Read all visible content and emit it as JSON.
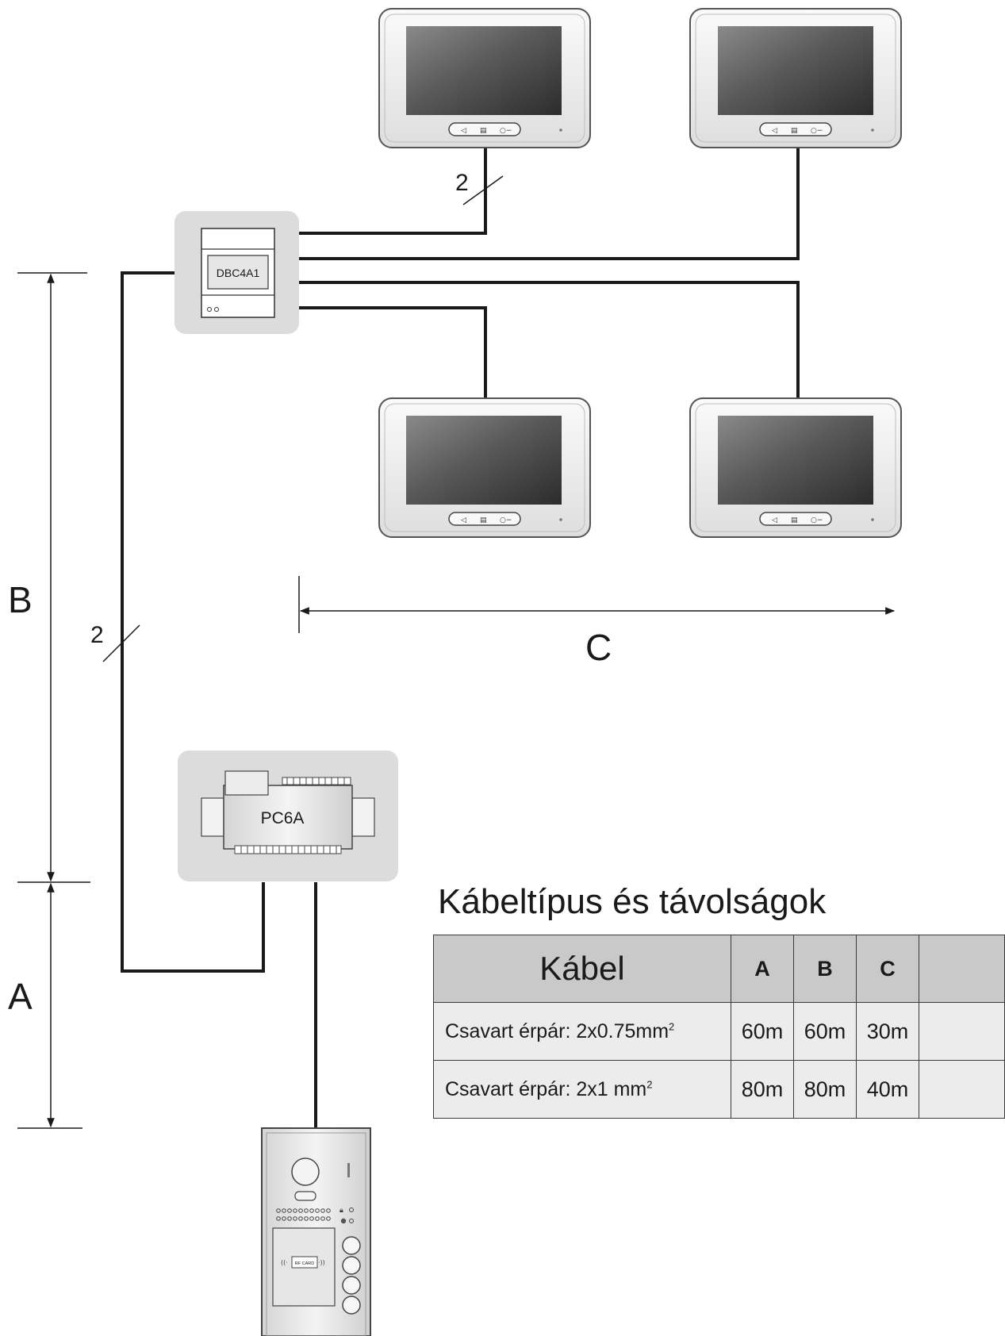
{
  "devices": {
    "distributor": "DBC4A1",
    "power_supply": "PC6A",
    "rf_card": "RF CARD"
  },
  "wires": {
    "count_top": "2",
    "count_left": "2"
  },
  "dimensions": {
    "a": "A",
    "b": "B",
    "c": "C"
  },
  "table": {
    "title": "Kábeltípus és távolságok",
    "header": {
      "cable": "Kábel",
      "a": "A",
      "b": "B",
      "c": "C"
    },
    "rows": [
      {
        "name": "Csavart érpár: 2x0.75mm",
        "sup": "2",
        "a": "60m",
        "b": "60m",
        "c": "30m"
      },
      {
        "name": "Csavart érpár: 2x1 mm",
        "sup": "2",
        "a": "80m",
        "b": "80m",
        "c": "40m"
      }
    ]
  },
  "colors": {
    "wire": "#1a1a1a",
    "device_panel": "#dcdcdc",
    "screen": "#4a4a4a",
    "table_header": "#c9c9c9",
    "table_body": "#ececec"
  }
}
